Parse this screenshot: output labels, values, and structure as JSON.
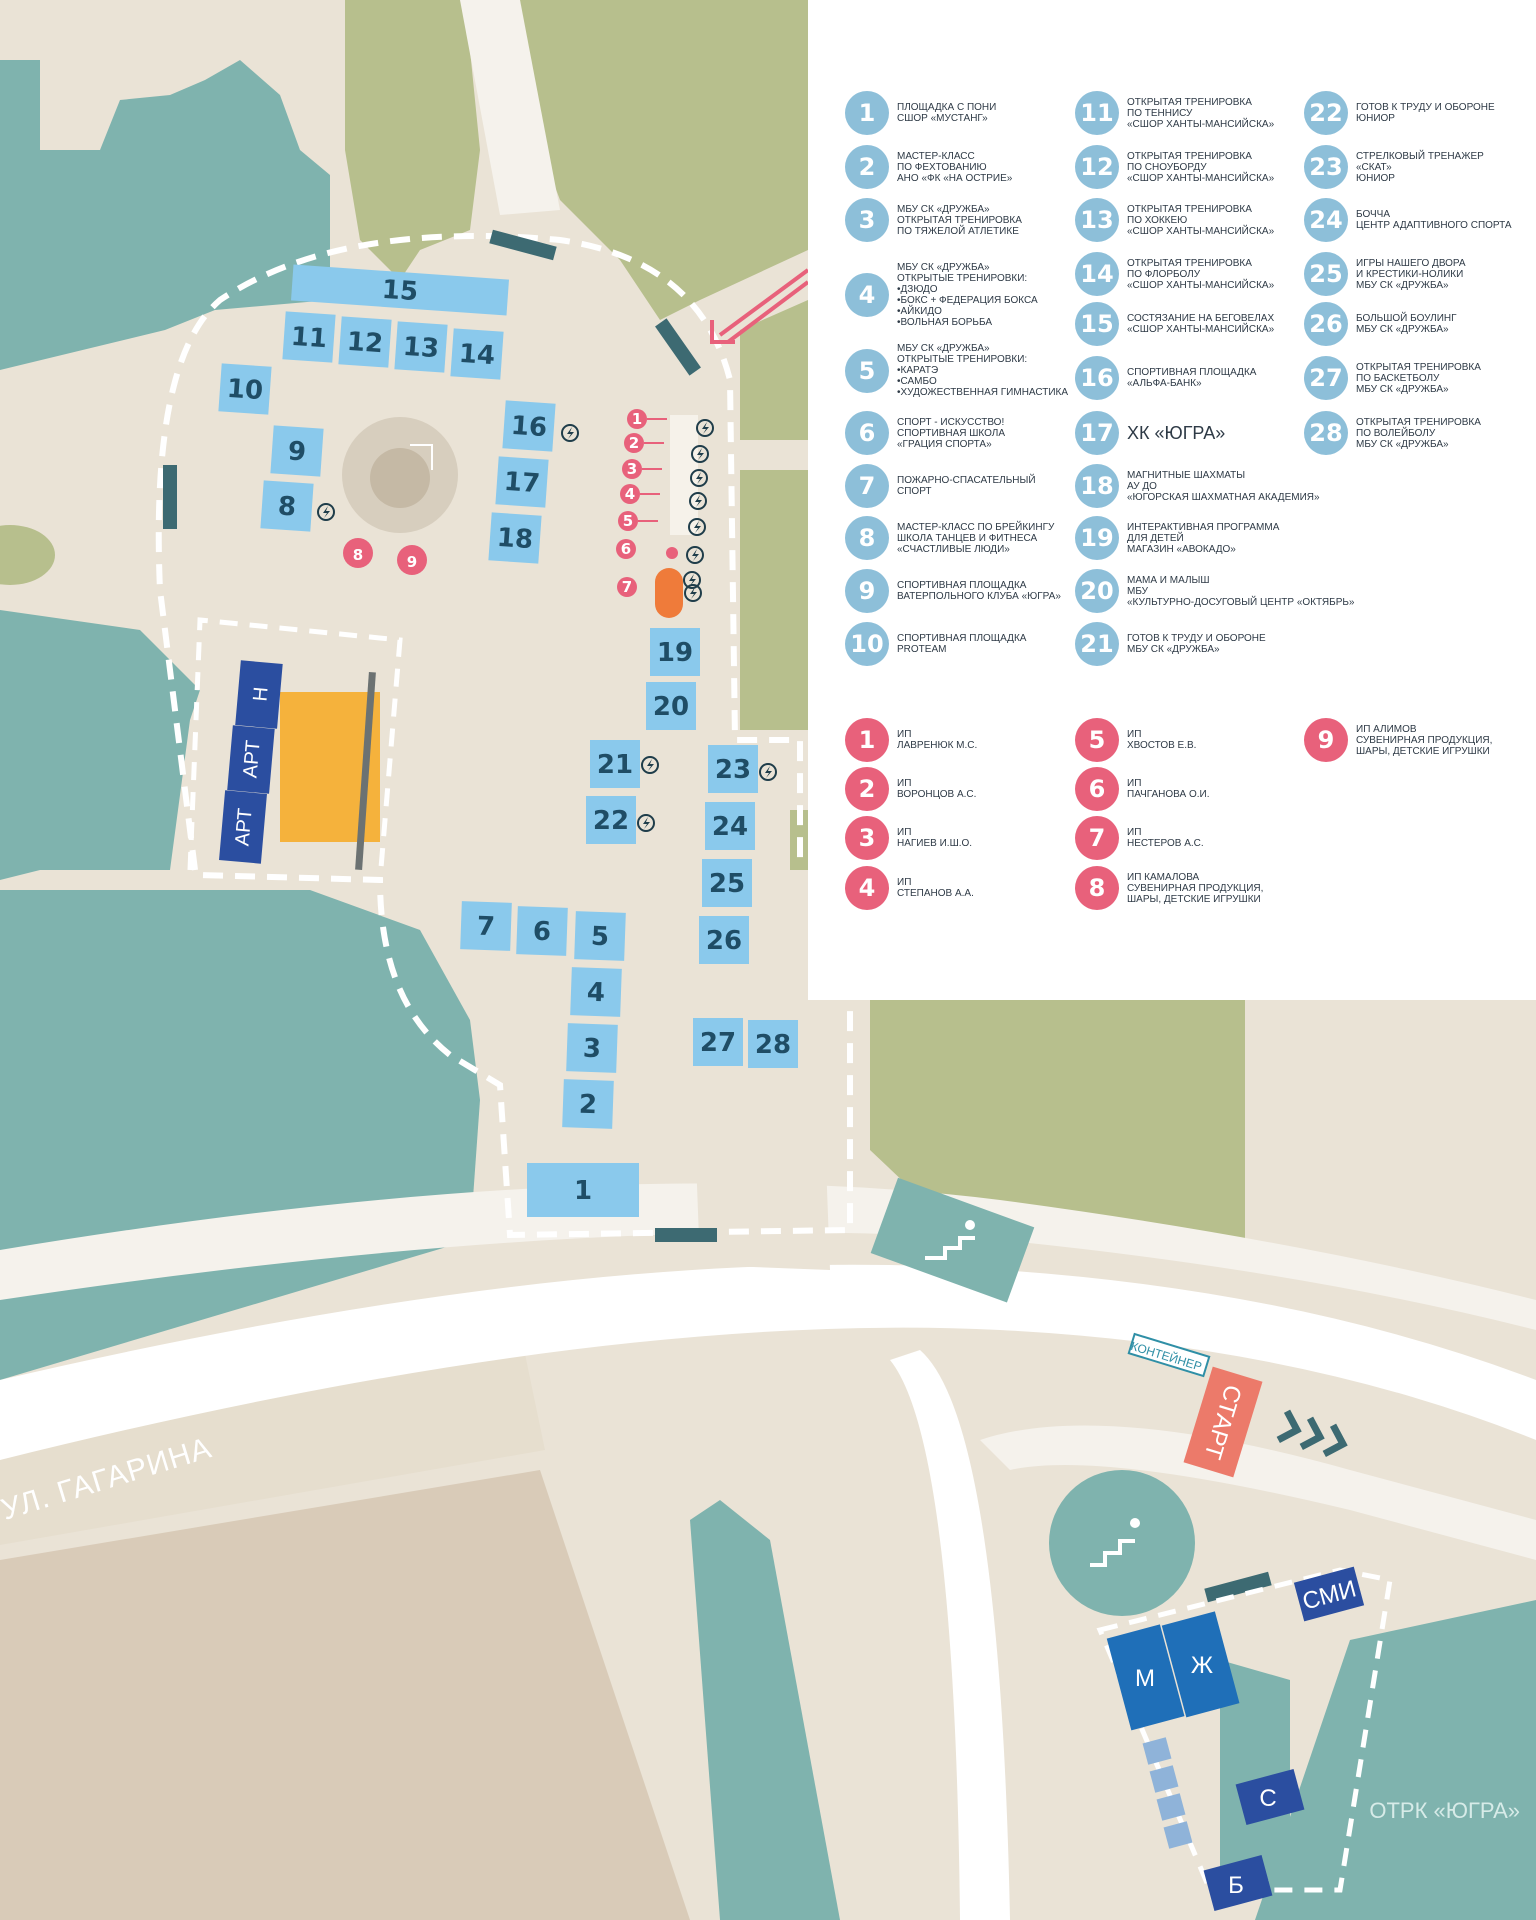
{
  "street": {
    "name": "УЛ. ГАГАРИНА"
  },
  "watermark": "ОТРК «ЮГРА»",
  "map_labels": {
    "start": "СТАРТ",
    "container": "КОНТЕЙНЕР",
    "smi": "СМИ",
    "m": "М",
    "zh": "Ж",
    "s": "С",
    "b": "Б",
    "art1": "АРТ",
    "art2": "АРТ",
    "n": "Н"
  },
  "booths": [
    "1",
    "2",
    "3",
    "4",
    "5",
    "6",
    "7",
    "8",
    "9",
    "10",
    "11",
    "12",
    "13",
    "14",
    "15",
    "16",
    "17",
    "18",
    "19",
    "20",
    "21",
    "22",
    "23",
    "24",
    "25",
    "26",
    "27",
    "28"
  ],
  "vendors_on_map": [
    "1",
    "2",
    "3",
    "4",
    "5",
    "6",
    "7",
    "8",
    "9"
  ],
  "legend": {
    "activities": [
      {
        "num": "1",
        "text": "ПЛОЩАДКА С ПОНИ\nСШОР «МУСТАНГ»"
      },
      {
        "num": "2",
        "text": "МАСТЕР-КЛАСС\nПО ФЕХТОВАНИЮ\nАНО «ФК «НА ОСТРИЕ»"
      },
      {
        "num": "3",
        "text": "МБУ СК «ДРУЖБА»\nОТКРЫТАЯ ТРЕНИРОВКА\nПО ТЯЖЕЛОЙ АТЛЕТИКЕ"
      },
      {
        "num": "4",
        "text": "МБУ СК «ДРУЖБА»\nОТКРЫТЫЕ ТРЕНИРОВКИ:\n•ДЗЮДО\n•БОКС + ФЕДЕРАЦИЯ БОКСА\n•АЙКИДО\n•ВОЛЬНАЯ БОРЬБА"
      },
      {
        "num": "5",
        "text": "МБУ СК «ДРУЖБА»\nОТКРЫТЫЕ ТРЕНИРОВКИ:\n•КАРАТЭ\n•САМБО\n•ХУДОЖЕСТВЕННАЯ ГИМНАСТИКА"
      },
      {
        "num": "6",
        "text": "СПОРТ - ИСКУССТВО!\nСПОРТИВНАЯ ШКОЛА\n«ГРАЦИЯ СПОРТА»"
      },
      {
        "num": "7",
        "text": "ПОЖАРНО-СПАСАТЕЛЬНЫЙ\nСПОРТ"
      },
      {
        "num": "8",
        "text": "МАСТЕР-КЛАСС ПО БРЕЙКИНГУ\nШКОЛА ТАНЦЕВ И ФИТНЕСА\n«СЧАСТЛИВЫЕ ЛЮДИ»"
      },
      {
        "num": "9",
        "text": "СПОРТИВНАЯ ПЛОЩАДКА\nВАТЕРПОЛЬНОГО КЛУБА «ЮГРА»"
      },
      {
        "num": "10",
        "text": "СПОРТИВНАЯ ПЛОЩАДКА\nPROTEAM"
      },
      {
        "num": "11",
        "text": "ОТКРЫТАЯ ТРЕНИРОВКА\nПО ТЕННИСУ\n«СШОР ХАНТЫ-МАНСИЙСКА»"
      },
      {
        "num": "12",
        "text": "ОТКРЫТАЯ ТРЕНИРОВКА\nПО СНОУБОРДУ\n«СШОР ХАНТЫ-МАНСИЙСКА»"
      },
      {
        "num": "13",
        "text": "ОТКРЫТАЯ ТРЕНИРОВКА\nПО ХОККЕЮ\n«СШОР ХАНТЫ-МАНСИЙСКА»"
      },
      {
        "num": "14",
        "text": "ОТКРЫТАЯ ТРЕНИРОВКА\nПО ФЛОРБОЛУ\n«СШОР ХАНТЫ-МАНСИЙСКА»"
      },
      {
        "num": "15",
        "text": "СОСТЯЗАНИЕ НА БЕГОВЕЛАХ\n«СШОР ХАНТЫ-МАНСИЙСКА»"
      },
      {
        "num": "16",
        "text": "СПОРТИВНАЯ ПЛОЩАДКА\n«АЛЬФА-БАНК»"
      },
      {
        "num": "17",
        "text": "ХК «ЮГРА»",
        "big": true
      },
      {
        "num": "18",
        "text": "МАГНИТНЫЕ ШАХМАТЫ\nАУ ДО\n«ЮГОРСКАЯ ШАХМАТНАЯ АКАДЕМИЯ»"
      },
      {
        "num": "19",
        "text": "ИНТЕРАКТИВНАЯ ПРОГРАММА\nДЛЯ ДЕТЕЙ\nМАГАЗИН «АВОКАДО»"
      },
      {
        "num": "20",
        "text": "МАМА И МАЛЫШ\nМБУ\n«КУЛЬТУРНО-ДОСУГОВЫЙ ЦЕНТР «ОКТЯБРЬ»"
      },
      {
        "num": "21",
        "text": "ГОТОВ К ТРУДУ И ОБОРОНЕ\nМБУ СК «ДРУЖБА»"
      },
      {
        "num": "22",
        "text": "ГОТОВ К ТРУДУ И ОБОРОНЕ\nЮНИОР"
      },
      {
        "num": "23",
        "text": "СТРЕЛКОВЫЙ ТРЕНАЖЕР\n«СКАТ»\nЮНИОР"
      },
      {
        "num": "24",
        "text": "БОЧЧА\nЦЕНТР АДАПТИВНОГО СПОРТА"
      },
      {
        "num": "25",
        "text": "ИГРЫ НАШЕГО ДВОРА\nИ КРЕСТИКИ-НОЛИКИ\nМБУ СК «ДРУЖБА»"
      },
      {
        "num": "26",
        "text": "БОЛЬШОЙ БОУЛИНГ\nМБУ СК «ДРУЖБА»"
      },
      {
        "num": "27",
        "text": "ОТКРЫТАЯ ТРЕНИРОВКА\nПО БАСКЕТБОЛУ\nМБУ СК «ДРУЖБА»"
      },
      {
        "num": "28",
        "text": "ОТКРЫТАЯ ТРЕНИРОВКА\nПО ВОЛЕЙБОЛУ\nМБУ СК «ДРУЖБА»"
      }
    ],
    "vendors": [
      {
        "num": "1",
        "text": "ИП\nЛАВРЕНЮК М.С."
      },
      {
        "num": "2",
        "text": "ИП\nВОРОНЦОВ А.С."
      },
      {
        "num": "3",
        "text": "ИП\nНАГИЕВ И.Ш.О."
      },
      {
        "num": "4",
        "text": "ИП\nСТЕПАНОВ А.А."
      },
      {
        "num": "5",
        "text": "ИП\nХВОСТОВ Е.В."
      },
      {
        "num": "6",
        "text": "ИП\nПАЧГАНОВА О.И."
      },
      {
        "num": "7",
        "text": "ИП\nНЕСТЕРОВ А.С."
      },
      {
        "num": "8",
        "text": "ИП КАМАЛОВА\nСУВЕНИРНАЯ ПРОДУКЦИЯ,\nШАРЫ, ДЕТСКИЕ ИГРУШКИ"
      },
      {
        "num": "9",
        "text": "ИП АЛИМОВ\nСУВЕНИРНАЯ ПРОДУКЦИЯ,\nШАРЫ, ДЕТСКИЕ ИГРУШКИ"
      }
    ]
  },
  "colors": {
    "booth": "#8ac9ec",
    "vendor": "#e8617b",
    "building": "#7fb3ae",
    "green": "#b7bf8d",
    "ground": "#eae3d6",
    "stall_dark": "#2b4ea0",
    "start": "#ec7a6a"
  }
}
